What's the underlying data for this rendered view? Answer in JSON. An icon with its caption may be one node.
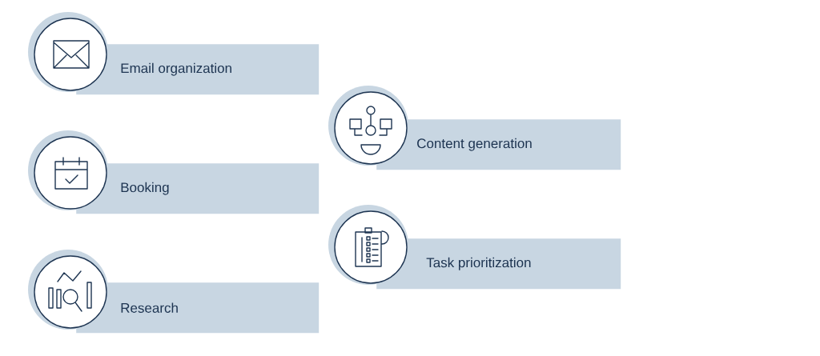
{
  "diagram": {
    "nodes": [
      {
        "text": [
          "Email organization"
        ]
      },
      {
        "text": [
          "Content generation"
        ]
      },
      {
        "text": [
          "Booking"
        ]
      },
      {
        "text": [
          "Task prioritization"
        ]
      },
      {
        "text": [
          "Research"
        ]
      }
    ]
  }
}
